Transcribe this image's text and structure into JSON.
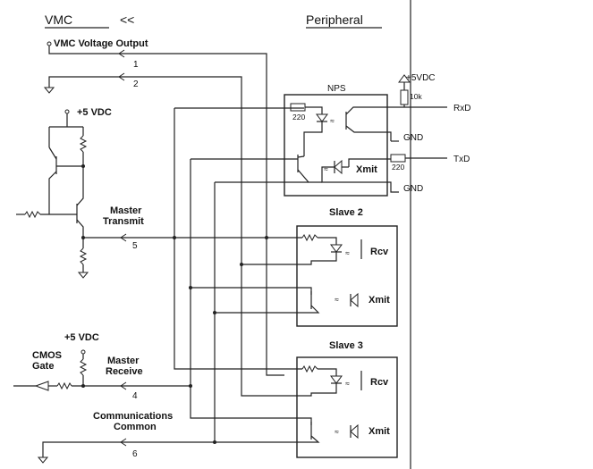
{
  "header": {
    "left": "VMC",
    "arrows": "<<",
    "right": "Peripheral"
  },
  "labels": {
    "vmc_voltage_output": "VMC Voltage Output",
    "plus5_top": "+5 VDC",
    "master_transmit": [
      "Master",
      "Transmit"
    ],
    "plus5_bottom": "+5 VDC",
    "cmos_gate": [
      "CMOS",
      "Gate"
    ],
    "master_receive": [
      "Master",
      "Receive"
    ],
    "comm_common": [
      "Communications",
      "Common"
    ],
    "pins": [
      "1",
      "2",
      "5",
      "4",
      "6"
    ]
  },
  "nps": {
    "title": "NPS",
    "res_220_a": "220",
    "res_220_b": "220",
    "res_10k": "10k",
    "plus5": "+5VDC",
    "rxd": "RxD",
    "txd": "TxD",
    "gnd1": "GND",
    "gnd2": "GND",
    "xmit": "Xmit"
  },
  "slave2": {
    "title": "Slave 2",
    "rcv": "Rcv",
    "xmit": "Xmit"
  },
  "slave3": {
    "title": "Slave 3",
    "rcv": "Rcv",
    "xmit": "Xmit"
  }
}
